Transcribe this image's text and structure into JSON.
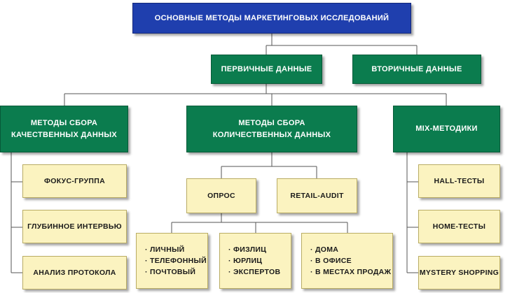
{
  "title": "ОСНОВНЫЕ МЕТОДЫ МАРКЕТИНГОВЫХ ИССЛЕДОВАНИЙ",
  "data_types": {
    "primary": "ПЕРВИЧНЫЕ ДАННЫЕ",
    "secondary": "ВТОРИЧНЫЕ ДАННЫЕ"
  },
  "categories": {
    "qualitative": {
      "title_line1": "МЕТОДЫ СБОРА",
      "title_line2": "КАЧЕСТВЕННЫХ ДАННЫХ",
      "items": [
        "ФОКУС-ГРУППА",
        "ГЛУБИННОЕ ИНТЕРВЬЮ",
        "АНАЛИЗ ПРОТОКОЛА"
      ]
    },
    "quantitative": {
      "title_line1": "МЕТОДЫ СБОРА",
      "title_line2": "КОЛИЧЕСТВЕННЫХ ДАННЫХ",
      "survey": "ОПРОС",
      "retail_audit": "RETAIL-AUDIT",
      "survey_groups": [
        [
          "ЛИЧНЫЙ",
          "ТЕЛЕФОННЫЙ",
          "ПОЧТОВЫЙ"
        ],
        [
          "ФИЗЛИЦ",
          "ЮРЛИЦ",
          "ЭКСПЕРТОВ"
        ],
        [
          "ДОМА",
          "В ОФИСЕ",
          "В МЕСТАХ ПРОДАЖ"
        ]
      ]
    },
    "mix": {
      "title": "MIX-МЕТОДИКИ",
      "items": [
        "HALL-ТЕСТЫ",
        "HOME-ТЕСТЫ",
        "MYSTERY SHOPPING"
      ]
    }
  },
  "colors": {
    "title_box": "#1f3fae",
    "section_box": "#0b7c4e",
    "leaf_box": "#fbf3c0",
    "connector": "#555555"
  }
}
